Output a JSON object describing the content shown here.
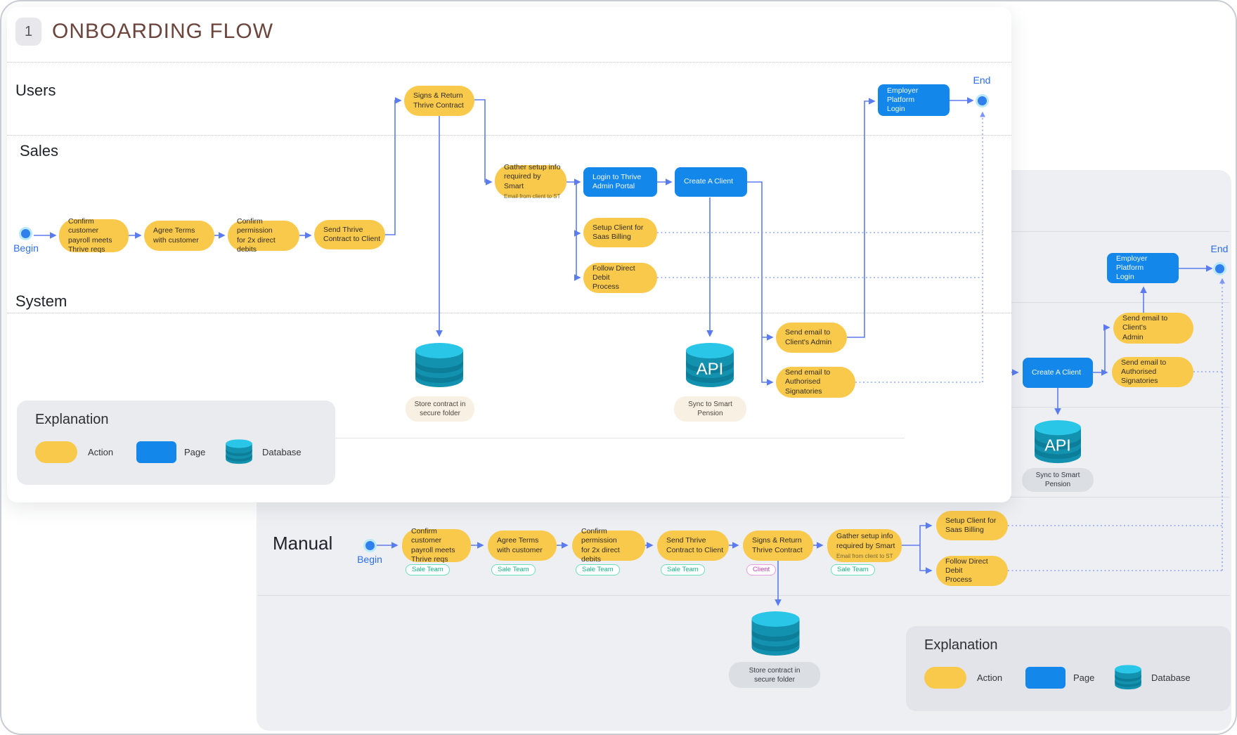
{
  "title": {
    "number": "1",
    "text": "ONBOARDING FLOW"
  },
  "colors": {
    "action": "#F9C94C",
    "page": "#1387EA",
    "connector": "#5B7CF0",
    "database": "#1392B0",
    "terminal": "#2F80ED"
  },
  "legend": {
    "heading": "Explanation",
    "action": "Action",
    "page": "Page",
    "database": "Database"
  },
  "front": {
    "lane_labels": {
      "users": "Users",
      "sales": "Sales",
      "system": "System"
    },
    "begin": "Begin",
    "end": "End",
    "steps": {
      "confirm_payroll": "Confirm customer\npayroll meets\nThrive reqs",
      "agree_terms": "Agree Terms\nwith customer",
      "confirm_permission": "Confirm permission\nfor 2x direct debits",
      "send_contract": "Send Thrive\nContract to Client",
      "signs_return": "Signs & Return\nThrive Contract",
      "gather_info": "Gather setup info\nrequired by Smart",
      "gather_info_sub": "Email from client to ST",
      "login_portal": "Login to Thrive\nAdmin Portal",
      "create_client": "Create A Client",
      "setup_billing": "Setup Client for\nSaas Billing",
      "follow_dd": "Follow Direct Debit\nProcess",
      "email_admin": "Send email to\nClient's Admin",
      "email_auth": "Send email to\nAuthorised Signatories",
      "employer_login": "Employer Platform\nLogin"
    },
    "database": {
      "caption": "Store contract in\nsecure folder"
    },
    "api": {
      "label": "API",
      "caption": "Sync to Smart\nPension"
    }
  },
  "back": {
    "lane_label": "Manual",
    "begin": "Begin",
    "end": "End",
    "steps": {
      "confirm_payroll": "Confirm customer\npayroll meets\nThrive reqs",
      "agree_terms": "Agree Terms\nwith customer",
      "confirm_permission": "Confirm permission\nfor 2x direct debits",
      "send_contract": "Send Thrive\nContract to Client",
      "signs_return": "Signs & Return\nThrive Contract",
      "gather_info": "Gather setup info\nrequired by Smart",
      "gather_info_sub": "Email from client to ST",
      "setup_billing": "Setup Client for\nSaas Billing",
      "follow_dd": "Follow Direct Debit\nProcess",
      "create_client": "Create A Client",
      "email_admin": "Send email to Client's\nAdmin",
      "email_auth": "Send email to\nAuthorised Signatories",
      "employer_login": "Employer Platform\nLogin"
    },
    "tags": {
      "sale_team": "Sale Team",
      "client": "Client"
    },
    "database": {
      "caption": "Store contract in\nsecure folder"
    },
    "api": {
      "label": "API",
      "caption": "Sync to Smart\nPension"
    }
  }
}
